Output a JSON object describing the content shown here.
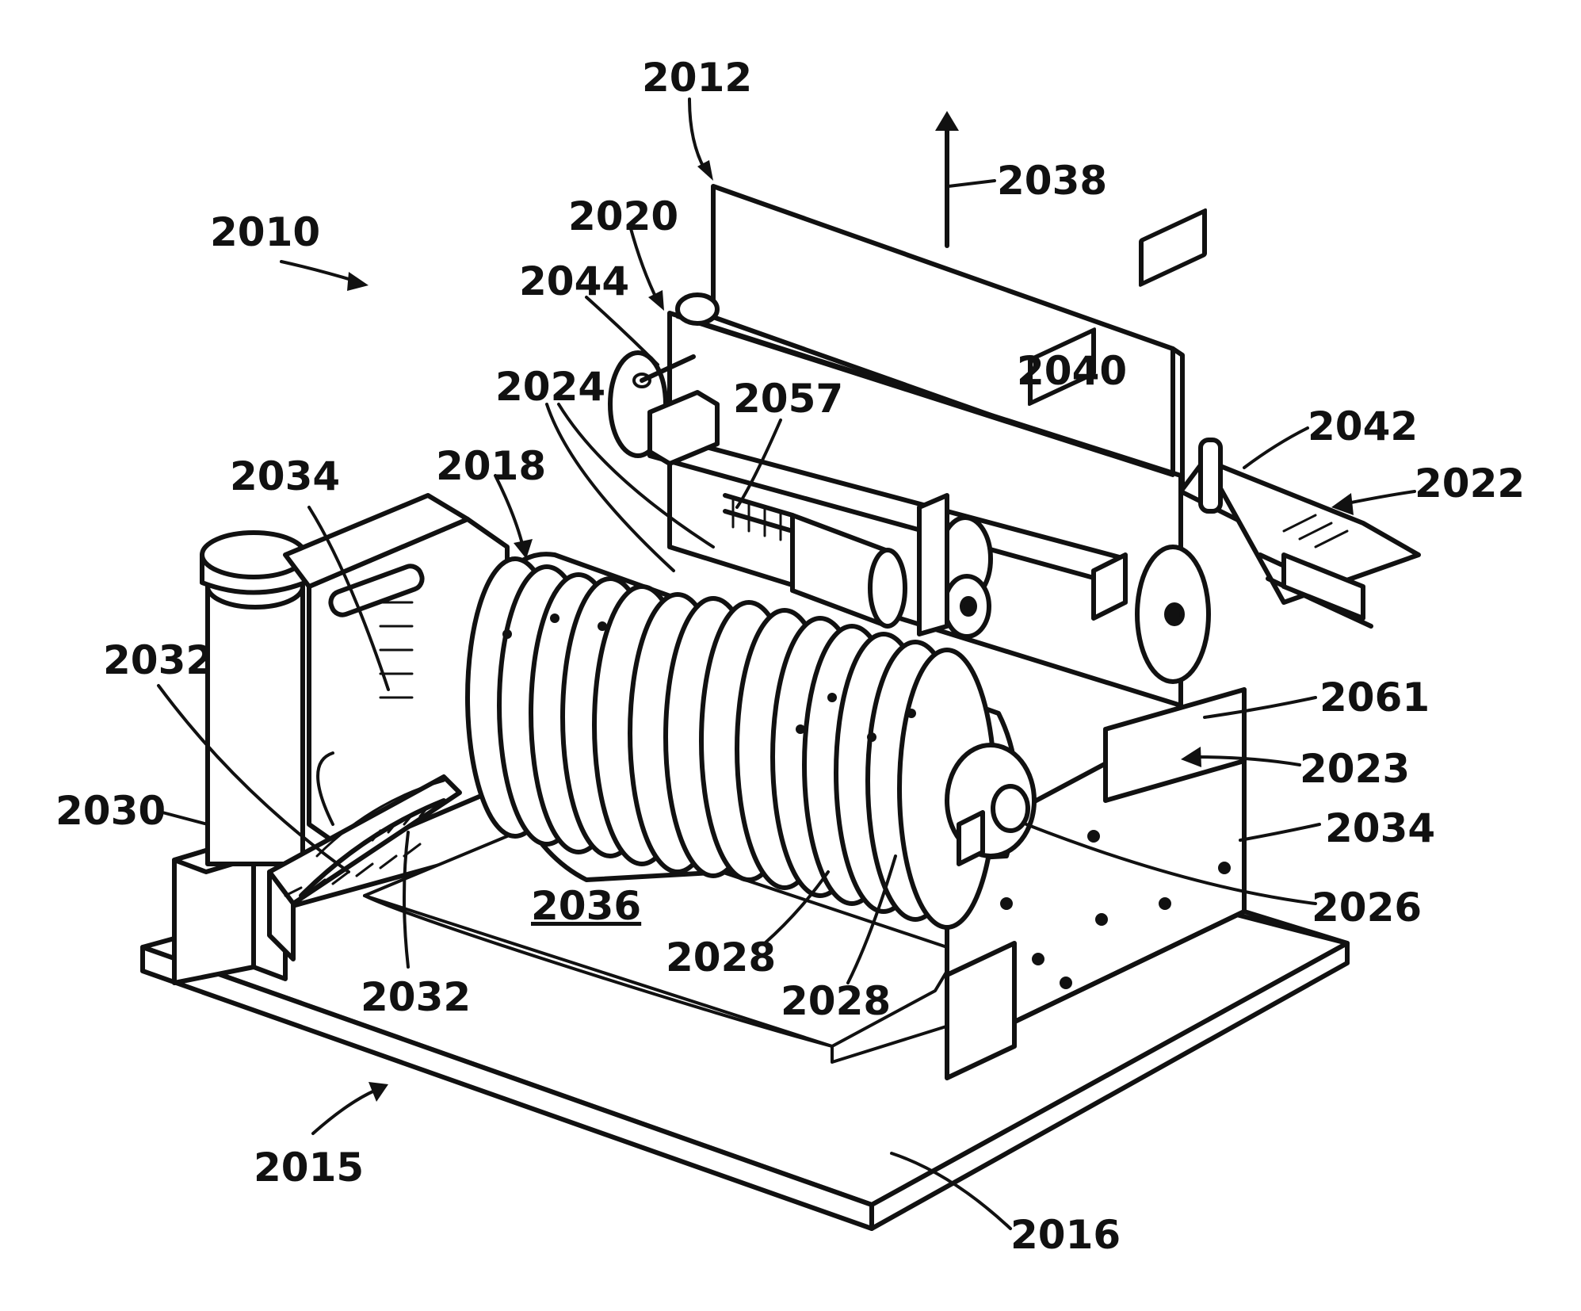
{
  "figure": {
    "labels": {
      "l2012": "2012",
      "l2038": "2038",
      "l2010": "2010",
      "l2020": "2020",
      "l2044": "2044",
      "l2040": "2040",
      "l2024": "2024",
      "l2057": "2057",
      "l2042": "2042",
      "l2022": "2022",
      "l2034a": "2034",
      "l2018": "2018",
      "l2032a": "2032",
      "l2061": "2061",
      "l2023": "2023",
      "l2030": "2030",
      "l2034b": "2034",
      "l2026": "2026",
      "l2036": "2036",
      "l2028a": "2028",
      "l2028b": "2028",
      "l2032b": "2032",
      "l2015": "2015",
      "l2016": "2016"
    }
  }
}
